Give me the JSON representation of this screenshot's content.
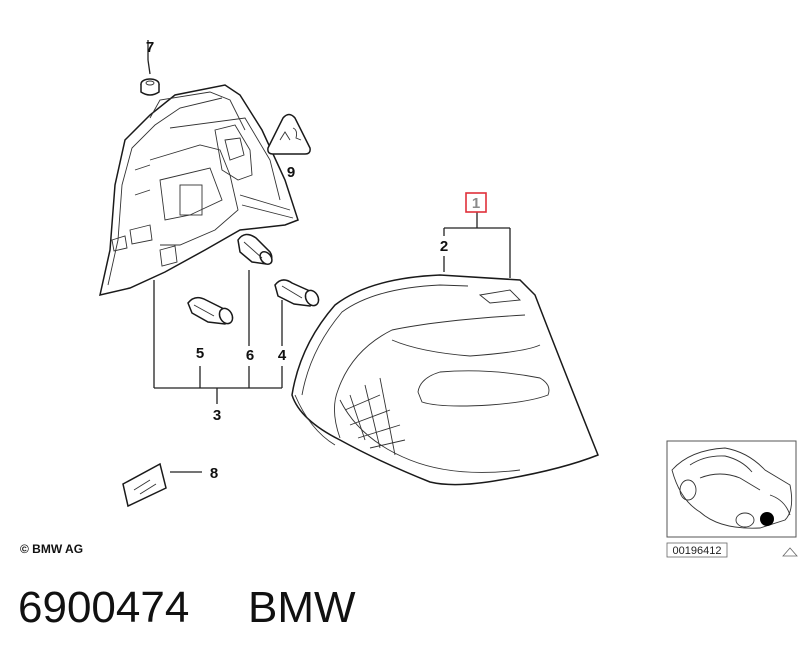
{
  "labels": {
    "l1": "1",
    "l2": "2",
    "l3": "3",
    "l4": "4",
    "l5": "5",
    "l6": "6",
    "l7": "7",
    "l8": "8",
    "l9": "9"
  },
  "copyright": "© BMW AG",
  "diagram_ref": "00196412",
  "part_number": "6900474",
  "brand": "BMW",
  "colors": {
    "highlight_box": "#e0303a",
    "label_1": "#8a8a8a"
  }
}
